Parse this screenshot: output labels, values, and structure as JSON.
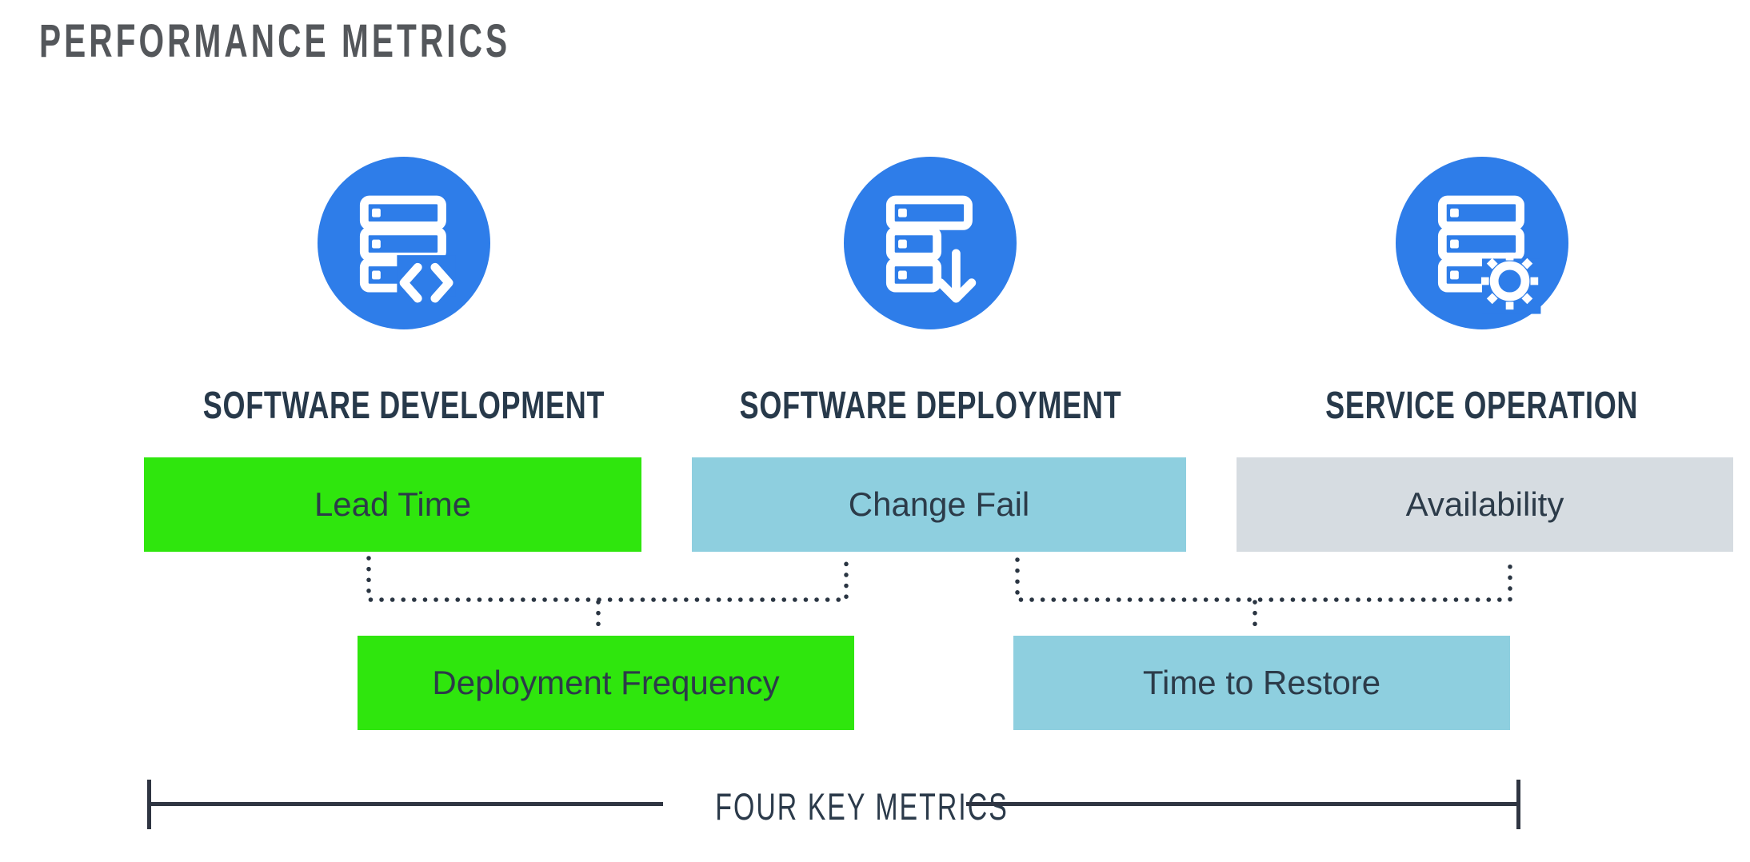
{
  "title": "PERFORMANCE METRICS",
  "columns": [
    {
      "heading": "SOFTWARE DEVELOPMENT",
      "icon": "server-code-icon"
    },
    {
      "heading": "SOFTWARE DEPLOYMENT",
      "icon": "server-download-icon"
    },
    {
      "heading": "SERVICE OPERATION",
      "icon": "server-gear-icon"
    }
  ],
  "metrics": {
    "row1": [
      {
        "label": "Lead Time",
        "color": "#2fe60d"
      },
      {
        "label": "Change Fail",
        "color": "#8ecfdf"
      },
      {
        "label": "Availability",
        "color": "#d6dce1"
      }
    ],
    "row2": [
      {
        "label": "Deployment Frequency",
        "color": "#2fe60d"
      },
      {
        "label": "Time to Restore",
        "color": "#8ecfdf"
      }
    ]
  },
  "footer": {
    "label": "FOUR KEY METRICS"
  },
  "colors": {
    "icon_circle_blue": "#2e7de9",
    "metric_green": "#2fe60d",
    "metric_light_blue": "#8ecfdf",
    "metric_light_gray": "#d6dce1",
    "heading_navy": "#27394a",
    "title_gray": "#54575b",
    "connector_navy": "#2a3542"
  }
}
